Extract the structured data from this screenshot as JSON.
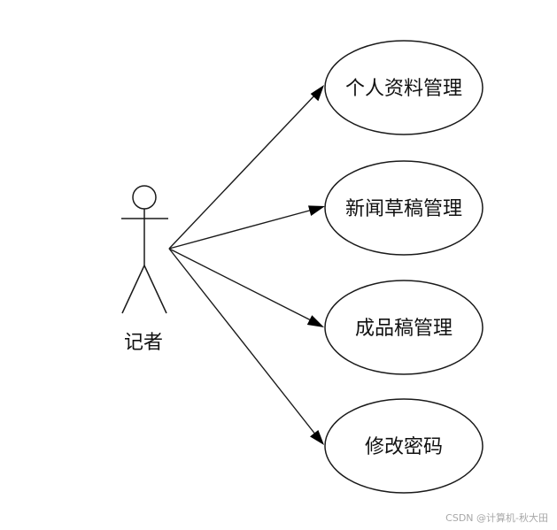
{
  "actor": {
    "label": "记者"
  },
  "use_cases": [
    {
      "label": "个人资料管理"
    },
    {
      "label": "新闻草稿管理"
    },
    {
      "label": "成品稿管理"
    },
    {
      "label": "修改密码"
    }
  ],
  "watermark": "CSDN @计算机-秋大田"
}
